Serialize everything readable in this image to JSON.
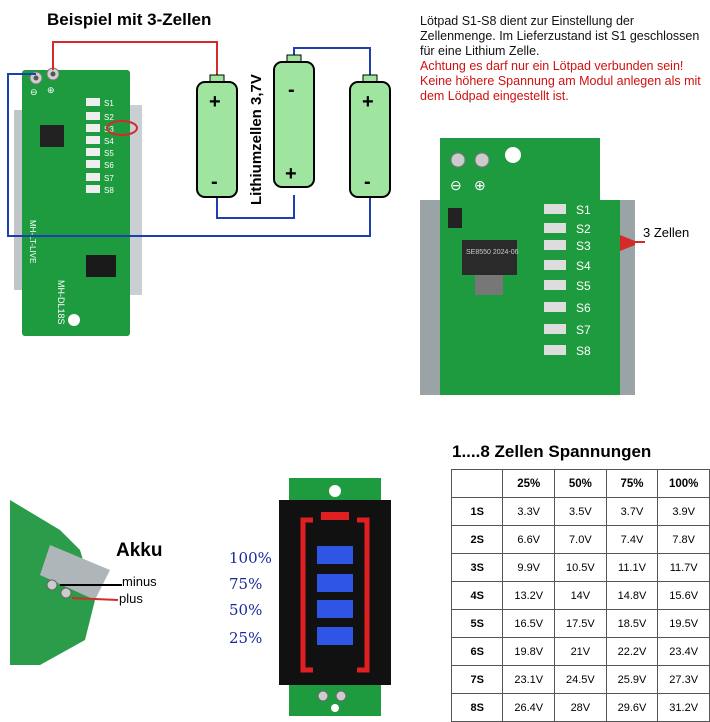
{
  "left_diagram": {
    "title": "Beispiel mit 3-Zellen",
    "cell_label": "Lithiumzellen 3,7V",
    "board_model": "MH-DL18S",
    "board_side_text": "MH-LT-LIVE",
    "pads": [
      "S1",
      "S2",
      "S3",
      "S4",
      "S5",
      "S6",
      "S7",
      "S8"
    ],
    "terminals": [
      "⊖",
      "⊕"
    ]
  },
  "info": {
    "line1": "Lötpad S1-S8 dient zur Einstellung der Zellenmenge. Im Lieferzustand ist S1 geschlossen für eine Lithium Zelle.",
    "warning": "Achtung es darf nur ein Lötpad verbunden sein! Keine höhere Spannung am Modul anlegen als mit dem Lödpad eingestellt ist."
  },
  "right_photo": {
    "pads": [
      "S1",
      "S2",
      "S3",
      "S4",
      "S5",
      "S6",
      "S7",
      "S8"
    ],
    "arrow_label": "3 Zellen",
    "chip_text": "SE8550 2024-06"
  },
  "akku": {
    "title": "Akku",
    "minus": "minus",
    "plus": "plus"
  },
  "display": {
    "levels": [
      "100%",
      "75%",
      "50%",
      "25%"
    ]
  },
  "table": {
    "title": "1....8 Zellen Spannungen",
    "headers": [
      "25%",
      "50%",
      "75%",
      "100%"
    ],
    "rows": [
      {
        "label": "1S",
        "v": [
          "3.3V",
          "3.5V",
          "3.7V",
          "3.9V"
        ]
      },
      {
        "label": "2S",
        "v": [
          "6.6V",
          "7.0V",
          "7.4V",
          "7.8V"
        ]
      },
      {
        "label": "3S",
        "v": [
          "9.9V",
          "10.5V",
          "11.1V",
          "11.7V"
        ]
      },
      {
        "label": "4S",
        "v": [
          "13.2V",
          "14V",
          "14.8V",
          "15.6V"
        ]
      },
      {
        "label": "5S",
        "v": [
          "16.5V",
          "17.5V",
          "18.5V",
          "19.5V"
        ]
      },
      {
        "label": "6S",
        "v": [
          "19.8V",
          "21V",
          "22.2V",
          "23.4V"
        ]
      },
      {
        "label": "7S",
        "v": [
          "23.1V",
          "24.5V",
          "25.9V",
          "27.3V"
        ]
      },
      {
        "label": "8S",
        "v": [
          "26.4V",
          "28V",
          "29.6V",
          "31.2V"
        ]
      }
    ]
  },
  "colors": {
    "pcb_green": "#1f9b3f",
    "pcb_dark": "#0d6e2a",
    "battery_fill": "#9fe59f",
    "wire_red": "#d42a2a",
    "wire_blue": "#1d3fb0",
    "lcd_blue": "#2e55e6",
    "lcd_red": "#e02020"
  }
}
